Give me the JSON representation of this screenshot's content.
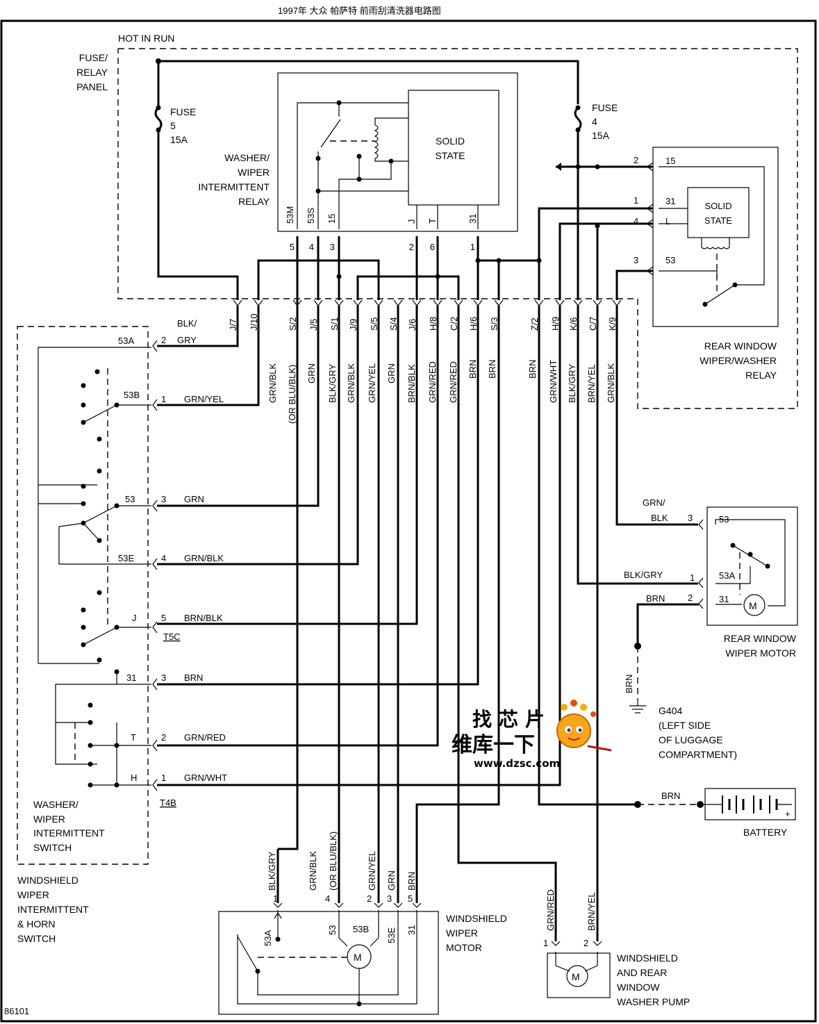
{
  "title": "1997年 大众 帕萨特 前雨刮清洗器电路图",
  "figure_id": "86101",
  "labels": {
    "hot_in_run": "HOT IN RUN",
    "fuse_panel": [
      "FUSE/",
      "RELAY",
      "PANEL"
    ],
    "fuse5": [
      "FUSE",
      "5",
      "15A"
    ],
    "fuse4": [
      "FUSE",
      "4",
      "15A"
    ],
    "relay": [
      "WASHER/",
      "WIPER",
      "INTERMITTENT",
      "RELAY"
    ],
    "solid_state": [
      "SOLID",
      "STATE"
    ],
    "rear_relay": [
      "REAR WINDOW",
      "WIPER/WASHER",
      "RELAY"
    ],
    "rear_motor": [
      "REAR WINDOW",
      "WIPER MOTOR"
    ],
    "ground": [
      "G404",
      "(LEFT SIDE",
      "OF LUGGAGE",
      "COMPARTMENT)"
    ],
    "battery": "BATTERY",
    "switch": [
      "WASHER/",
      "WIPER",
      "INTERMITTENT",
      "SWITCH"
    ],
    "switch_assembly": [
      "WINDSHIELD",
      "WIPER",
      "INTERMITTENT",
      "& HORN",
      "SWITCH"
    ],
    "wiper_motor": [
      "WINDSHIELD",
      "WIPER",
      "MOTOR"
    ],
    "pump": [
      "WINDSHIELD",
      "AND REAR",
      "WINDOW",
      "WASHER PUMP"
    ],
    "t5c": "T5C",
    "t4b": "T4B",
    "motor_symbol": "M",
    "watermark": [
      "找",
      "芯",
      "片",
      "维库一下",
      "www.dzsc.com"
    ]
  },
  "relay_terminals": [
    "53M",
    "53S",
    "15",
    "J",
    "T",
    "31"
  ],
  "relay_pins": [
    "5",
    "4",
    "3",
    "2",
    "6",
    "1"
  ],
  "panel_connectors": [
    "J/7",
    "J/10",
    "S/2",
    "J/5",
    "S/1",
    "J/9",
    "S/5",
    "S/4",
    "J/6",
    "H/8",
    "C/2",
    "H/6",
    "S/3",
    "Z/2",
    "H/9",
    "K/6",
    "C/7",
    "K/9"
  ],
  "vertical_wire_colors": [
    "GRN/BLK",
    "(OR BLU/BLK)",
    "GRN",
    "BLK/GRY",
    "GRN/BLK",
    "GRN/YEL",
    "GRN",
    "BRN/BLK",
    "GRN/RED",
    "GRN/RED",
    "BRN",
    "BRN",
    "BRN",
    "GRN/WHT",
    "BLK/GRY",
    "BRN/YEL",
    "GRN/BLK"
  ],
  "rear_relay_pins": [
    {
      "pin": "2",
      "term": "15"
    },
    {
      "pin": "1",
      "term": "31"
    },
    {
      "pin": "4",
      "term": "L"
    },
    {
      "pin": "3",
      "term": "53"
    }
  ],
  "switch_rows": [
    {
      "term": "53A",
      "pin": "2",
      "color": "GRY",
      "color_top": "BLK/"
    },
    {
      "term": "53B",
      "pin": "1",
      "color": "GRN/YEL"
    },
    {
      "term": "53",
      "pin": "3",
      "color": "GRN"
    },
    {
      "term": "53E",
      "pin": "4",
      "color": "GRN/BLK"
    },
    {
      "term": "J",
      "pin": "5",
      "color": "BRN/BLK"
    },
    {
      "term": "31",
      "pin": "3",
      "color": "BRN"
    },
    {
      "term": "T",
      "pin": "2",
      "color": "GRN/RED"
    },
    {
      "term": "H",
      "pin": "1",
      "color": "GRN/WHT"
    }
  ],
  "rear_motor_pins": [
    {
      "pin": "3",
      "term": "53",
      "color": "BLK",
      "color_top": "GRN/"
    },
    {
      "pin": "1",
      "term": "53A",
      "color": "BLK/GRY"
    },
    {
      "pin": "2",
      "term": "31",
      "color": "BRN"
    }
  ],
  "ground_wire": "BRN",
  "battery_wire": "BRN",
  "battery_sign": "+",
  "wiper_motor_pins": [
    {
      "pin": "1",
      "color": "BLK/GRY",
      "term": "53A"
    },
    {
      "pin": "4",
      "color": "GRN/BLK",
      "color2": "(OR BLU/BLK)",
      "term": "53"
    },
    {
      "pin": "2",
      "color": "GRN/YEL",
      "term": "53B"
    },
    {
      "pin": "3",
      "color": "GRN",
      "term": "53E"
    },
    {
      "pin": "5",
      "color": "BRN",
      "term": "31"
    }
  ],
  "pump_pins": [
    {
      "pin": "1",
      "color": "GRN/RED"
    },
    {
      "pin": "2",
      "color": "BRN/YEL"
    }
  ]
}
